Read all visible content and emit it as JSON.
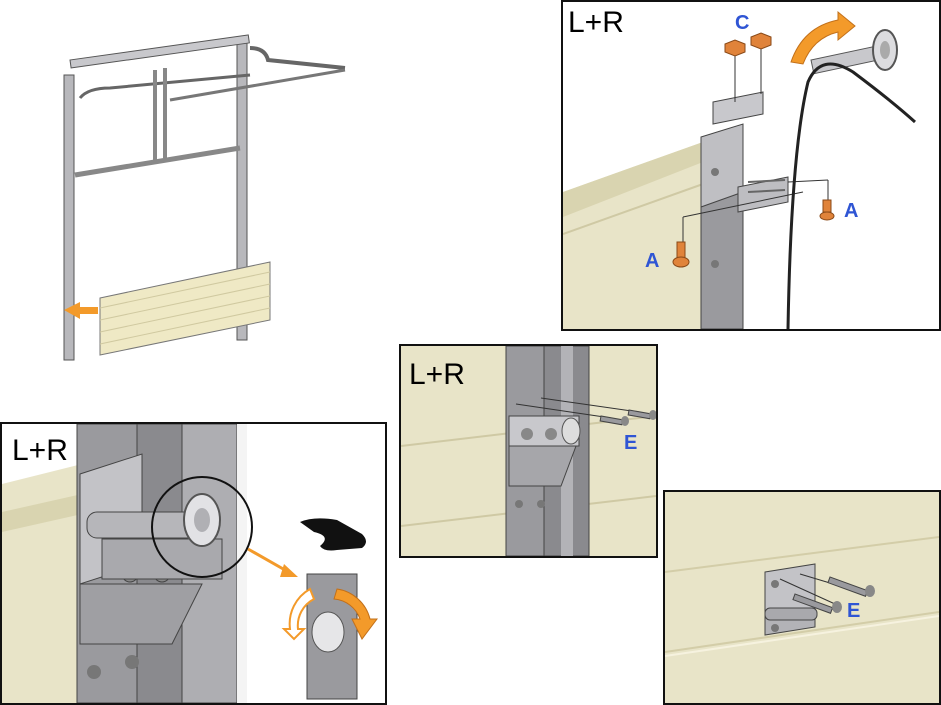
{
  "overview": {},
  "panel_top_right": {
    "title": "L+R",
    "label_c": "C",
    "label_a1": "A",
    "label_a2": "A"
  },
  "panel_middle": {
    "title": "L+R",
    "label_e": "E"
  },
  "panel_bottom_left": {
    "title": "L+R"
  },
  "panel_bottom_right": {
    "label_e": "E"
  },
  "colors": {
    "arrow": "#f39a2a",
    "label": "#2f55d4",
    "panel_fill": "#e8e4c8",
    "steel": "#9a9a9e"
  }
}
